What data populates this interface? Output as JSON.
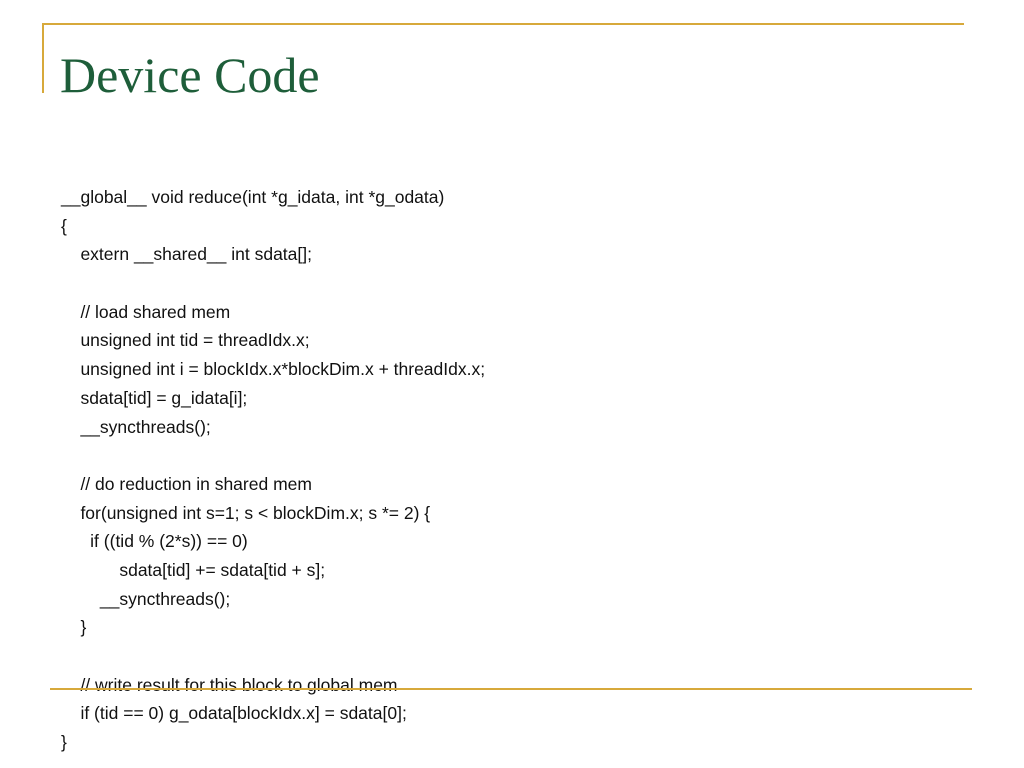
{
  "slide": {
    "title": "Device Code",
    "code_lines": [
      "__global__ void reduce(int *g_idata, int *g_odata)",
      "{",
      "    extern __shared__ int sdata[];",
      "",
      "    // load shared mem",
      "    unsigned int tid = threadIdx.x;",
      "    unsigned int i = blockIdx.x*blockDim.x + threadIdx.x;",
      "    sdata[tid] = g_idata[i];",
      "    __syncthreads();",
      "",
      "    // do reduction in shared mem",
      "    for(unsigned int s=1; s < blockDim.x; s *= 2) {",
      "      if ((tid % (2*s)) == 0)",
      "            sdata[tid] += sdata[tid + s];",
      "        __syncthreads();",
      "    }",
      "",
      "    // write result for this block to global mem",
      "    if (tid == 0) g_odata[blockIdx.x] = sdata[0];",
      "}"
    ]
  },
  "colors": {
    "title": "#1e5e3a",
    "accent_rule": "#d7a93b",
    "text": "#111111",
    "background": "#ffffff"
  }
}
